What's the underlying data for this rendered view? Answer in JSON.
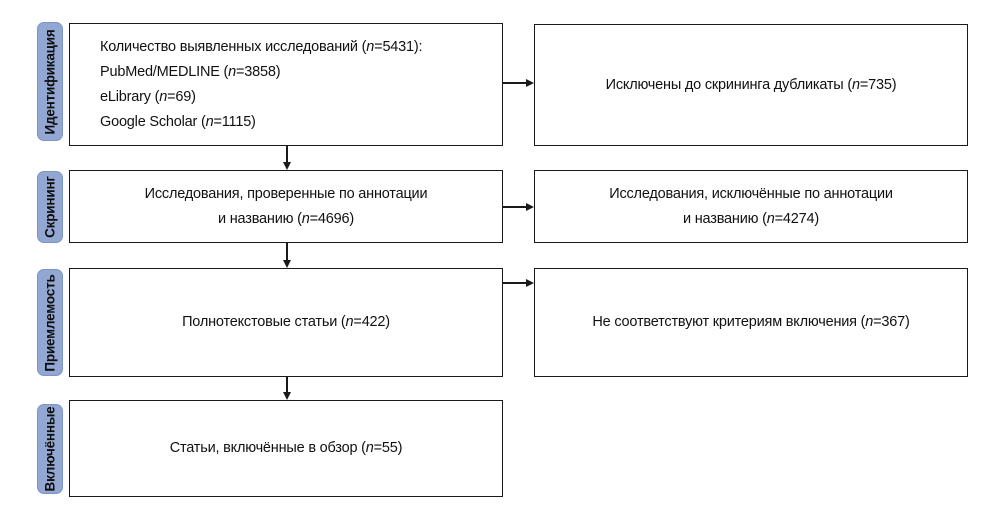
{
  "colors": {
    "stage_fill": "#92a8d2",
    "stage_border": "#7e94c4",
    "box_border": "#1a1a1a",
    "text": "#111111"
  },
  "flow": {
    "rows": [
      {
        "stage_label": "Идентификация",
        "left": {
          "lines": [
            "Количество выявленных исследований (n=5431):",
            "PubMed/MEDLINE (n=3858)",
            "eLibrary (n=69)",
            "Google Scholar (n=1115)"
          ]
        },
        "right": {
          "lines": [
            "Исключены до скрининга дубликаты (n=735)"
          ]
        }
      },
      {
        "stage_label": "Скрининг",
        "left": {
          "lines": [
            "Исследования, проверенные по аннотации",
            "и названию (n=4696)"
          ]
        },
        "right": {
          "lines": [
            "Исследования, исключённые по аннотации",
            "и названию (n=4274)"
          ]
        }
      },
      {
        "stage_label": "Приемлемость",
        "left": {
          "lines": [
            "Полнотекстовые статьи (n=422)"
          ]
        },
        "right": {
          "lines": [
            "Не соответствуют критериям включения (n=367)"
          ]
        }
      },
      {
        "stage_label": "Включённые",
        "left": {
          "lines": [
            "Статьи, включённые в обзор (n=55)"
          ]
        }
      }
    ]
  }
}
